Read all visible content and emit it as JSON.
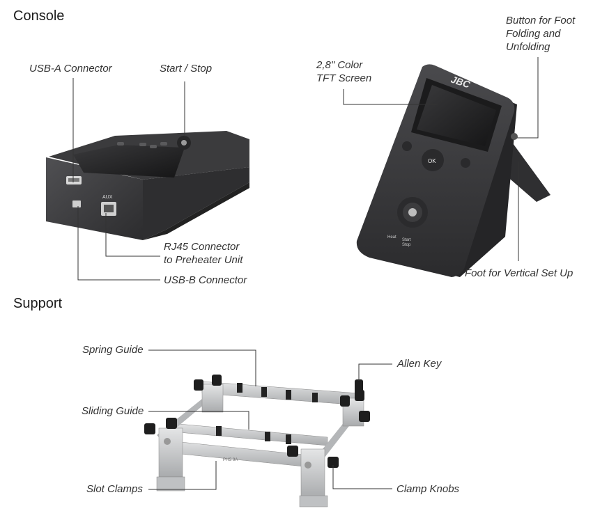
{
  "sections": {
    "console": "Console",
    "support": "Support"
  },
  "console_labels": {
    "usb_a": "USB-A Connector",
    "start_stop": "Start / Stop",
    "rj45_line1": "RJ45 Connector",
    "rj45_line2": "to Preheater Unit",
    "usb_b": "USB-B Connector",
    "screen_line1": "2,8\" Color",
    "screen_line2": "TFT Screen",
    "foot_button_line1": "Button for Foot",
    "foot_button_line2": "Folding and",
    "foot_button_line3": "Unfolding",
    "foot_vertical": "Foot for Vertical Set Up"
  },
  "support_labels": {
    "spring_guide": "Spring Guide",
    "sliding_guide": "Sliding Guide",
    "slot_clamps": "Slot Clamps",
    "allen_key": "Allen Key",
    "clamp_knobs": "Clamp Knobs"
  },
  "device_markings": {
    "brand": "JBC",
    "ok": "OK",
    "aux": "AUX",
    "heat": "Heat",
    "start": "Start",
    "stop": "Stop",
    "frame_text": "PHS 9A"
  },
  "colors": {
    "device_body": "#3a3a3c",
    "device_dark": "#2a2a2b",
    "screen": "#1e1e1f",
    "metal": "#c9cbcd",
    "leader_line": "#333333"
  }
}
